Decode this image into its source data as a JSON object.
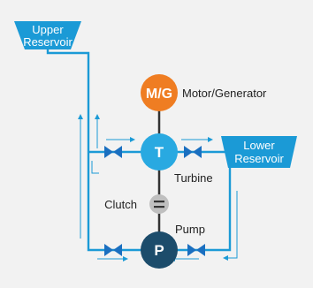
{
  "diagram": {
    "upper_reservoir": {
      "line1": "Upper",
      "line2": "Reservoir"
    },
    "lower_reservoir": {
      "line1": "Lower",
      "line2": "Reservoir"
    },
    "motor_generator": {
      "symbol": "M/G",
      "label": "Motor/Generator"
    },
    "turbine": {
      "symbol": "T",
      "label": "Turbine"
    },
    "clutch": {
      "label": "Clutch"
    },
    "pump": {
      "symbol": "P",
      "label": "Pump"
    },
    "colors": {
      "water": "#1b9ad6",
      "valve": "#1a6fc0",
      "reservoir": "#1b9ad6",
      "motor_generator": "#ef7d22",
      "turbine": "#29a9e1",
      "pump": "#1c4c6b",
      "clutch": "#bfbfbf",
      "shaft": "#333333",
      "background": "#f2f2f2"
    }
  }
}
